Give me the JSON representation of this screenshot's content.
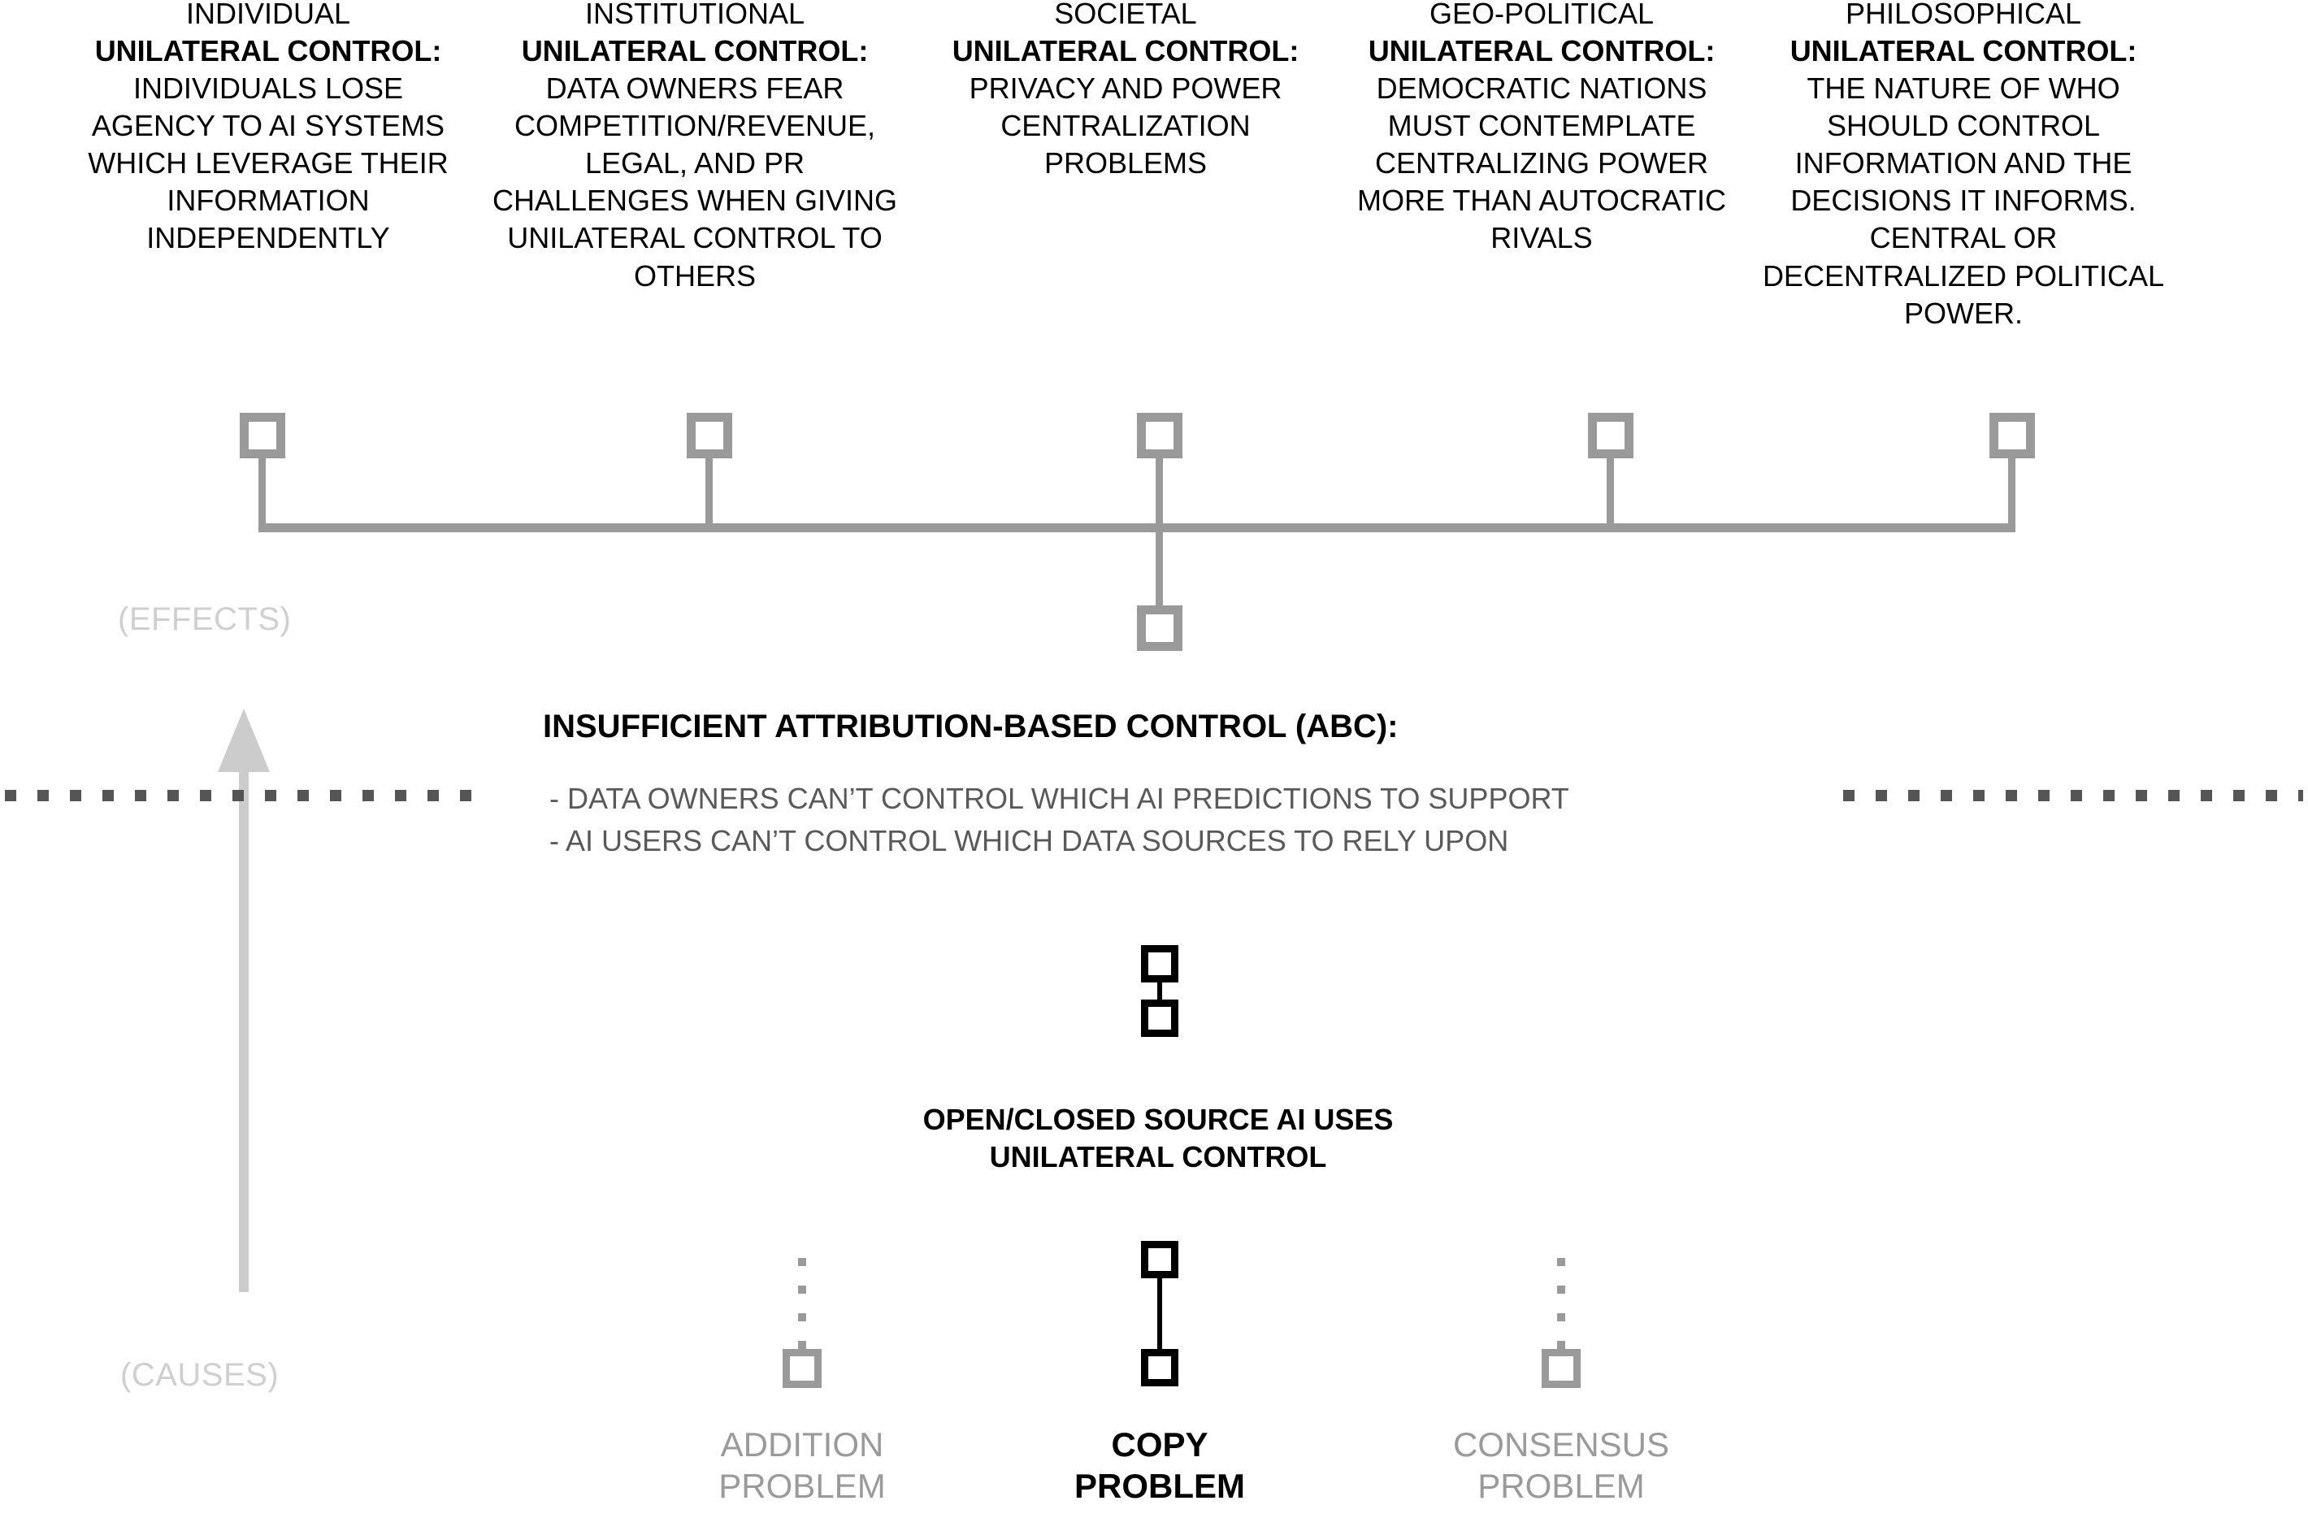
{
  "effects": {
    "columns": [
      {
        "category": "INDIVIDUAL",
        "heading": "UNILATERAL CONTROL:",
        "description": "INDIVIDUALS LOSE AGENCY TO AI SYSTEMS WHICH LEVERAGE THEIR INFORMATION INDEPENDENTLY"
      },
      {
        "category": "INSTITUTIONAL",
        "heading": "UNILATERAL CONTROL:",
        "description": "DATA OWNERS FEAR COMPETITION/REVENUE, LEGAL, AND PR CHALLENGES WHEN GIVING UNILATERAL CONTROL TO OTHERS"
      },
      {
        "category": "SOCIETAL",
        "heading": "UNILATERAL CONTROL:",
        "description": "PRIVACY AND POWER CENTRALIZATION PROBLEMS"
      },
      {
        "category": "GEO-POLITICAL",
        "heading": "UNILATERAL CONTROL:",
        "description": "DEMOCRATIC NATIONS MUST CONTEMPLATE CENTRALIZING POWER MORE THAN AUTOCRATIC RIVALS"
      },
      {
        "category": "PHILOSOPHICAL",
        "heading": "UNILATERAL CONTROL:",
        "description": "THE NATURE OF WHO SHOULD CONTROL INFORMATION AND THE DECISIONS IT INFORMS. CENTRAL OR DECENTRALIZED POLITICAL POWER."
      }
    ]
  },
  "axis": {
    "effects_label": "(EFFECTS)",
    "causes_label": "(CAUSES)"
  },
  "abc": {
    "title": "INSUFFICIENT ATTRIBUTION-BASED CONTROL (ABC):",
    "bullets": [
      "- DATA OWNERS CAN’T CONTROL WHICH AI PREDICTIONS TO SUPPORT",
      "- AI USERS CAN’T CONTROL WHICH DATA SOURCES TO RELY UPON"
    ]
  },
  "cause": {
    "title_line1": "OPEN/CLOSED SOURCE AI USES",
    "title_line2": "UNILATERAL CONTROL"
  },
  "problems": [
    {
      "line1": "ADDITION",
      "line2": "PROBLEM",
      "emphasis": "gray"
    },
    {
      "line1": "COPY",
      "line2": "PROBLEM",
      "emphasis": "black"
    },
    {
      "line1": "CONSENSUS",
      "line2": "PROBLEM",
      "emphasis": "gray"
    }
  ],
  "colors": {
    "ink": "#000000",
    "gray_structure": "#9a9a9a",
    "gray_light": "#cccccc",
    "gray_text": "#595959",
    "dotted": "#555555",
    "background": "#ffffff"
  }
}
